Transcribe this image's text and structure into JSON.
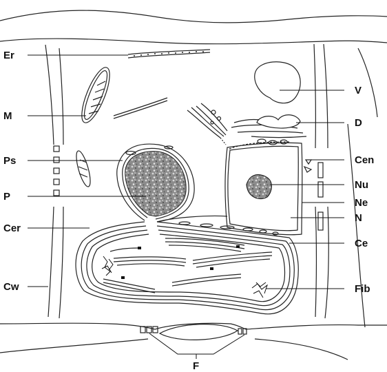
{
  "labels": {
    "er": "Er",
    "m": "M",
    "ps": "Ps",
    "p": "P",
    "cer": "Cer",
    "cw": "Cw",
    "v": "V",
    "d": "D",
    "cen": "Cen",
    "nu": "Nu",
    "ne": "Ne",
    "n": "N",
    "ce": "Ce",
    "fib": "Fib",
    "f": "F"
  }
}
